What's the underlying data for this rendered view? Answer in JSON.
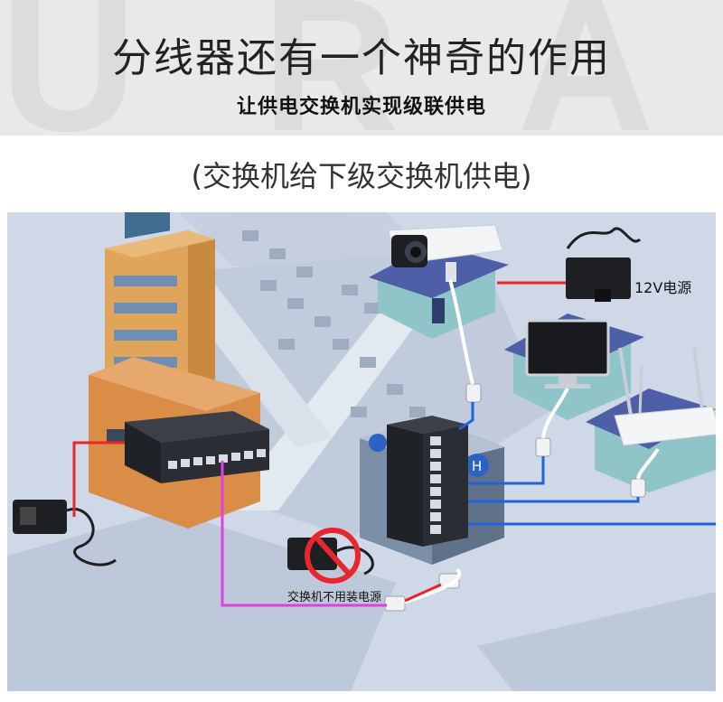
{
  "header": {
    "watermark": "U R A B",
    "title": "分线器还有一个神奇的作用",
    "subtitle": "让供电交换机实现级联供电"
  },
  "caption": "(交换机给下级交换机供电)",
  "labels": {
    "power_12v": "12V电源",
    "no_power_needed": "交换机不用装电源"
  },
  "colors": {
    "red_cable": "#e8262c",
    "blue_cable": "#1f63e0",
    "magenta_cable": "#e040e0",
    "house_wall": "#8fc4c8",
    "house_roof": "#4e5fa8",
    "switch_body": "#2a2e34"
  }
}
